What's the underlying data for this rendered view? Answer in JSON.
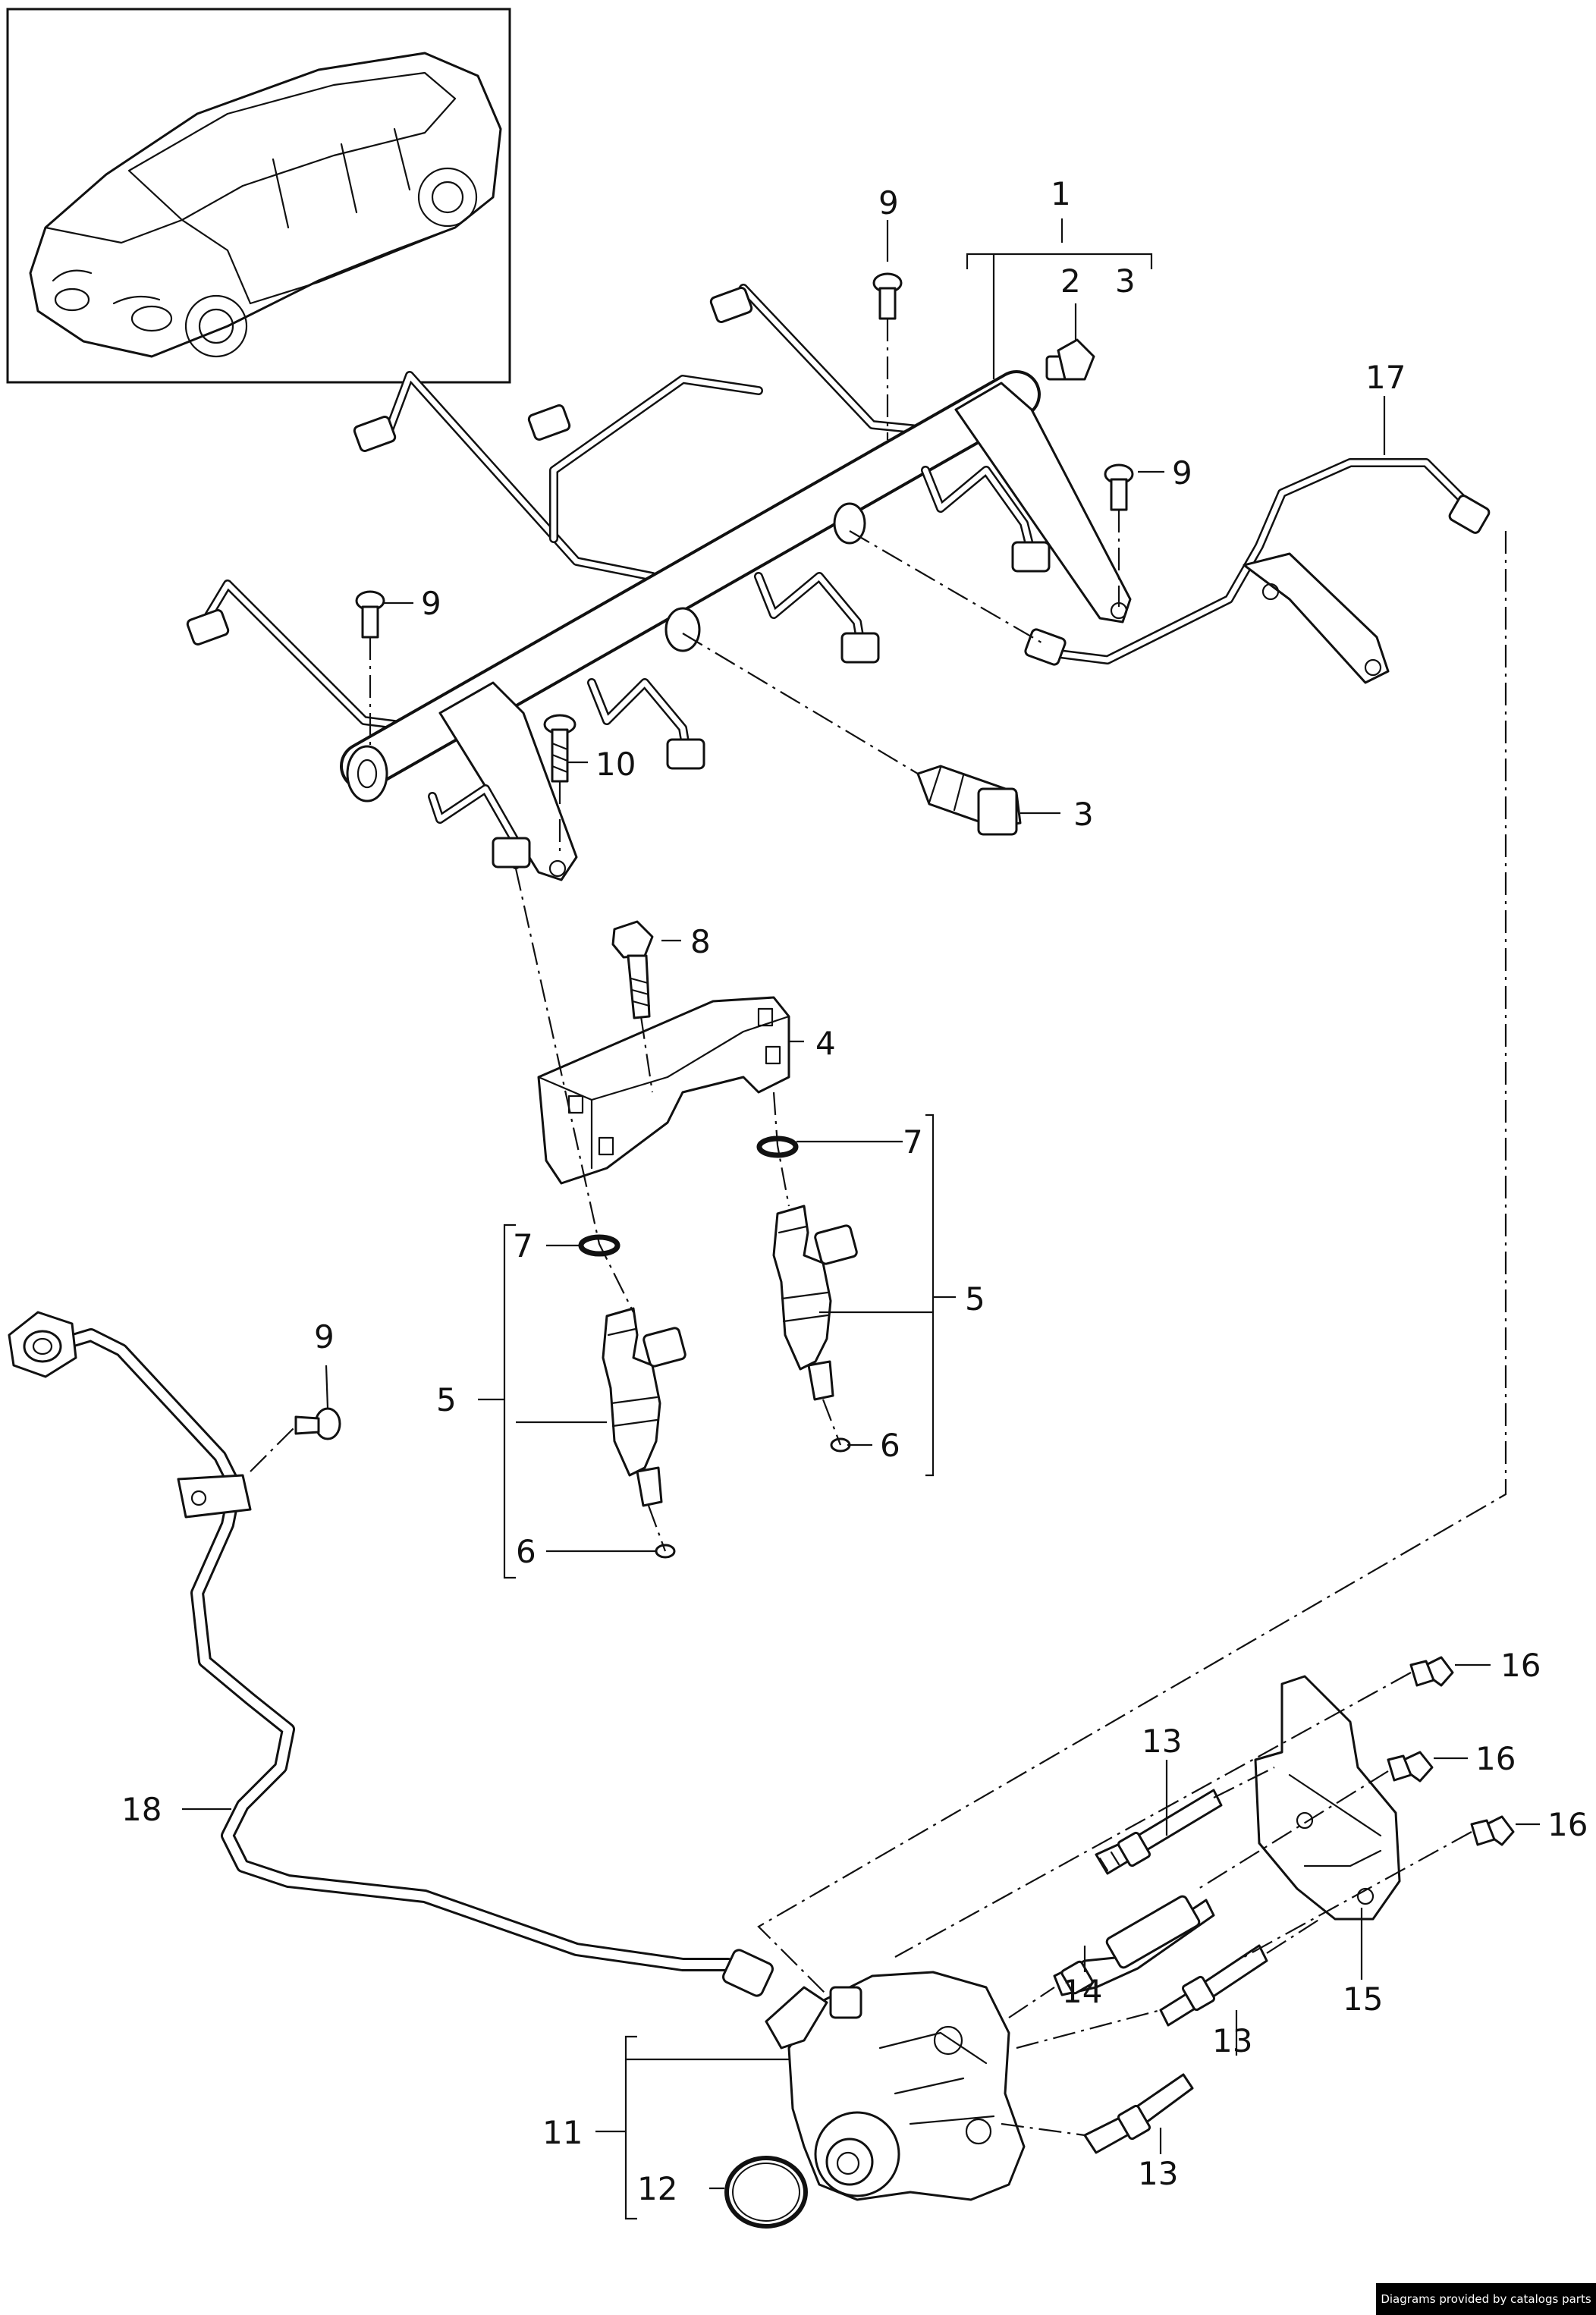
{
  "callouts": [
    {
      "id": "c1",
      "text": "1"
    },
    {
      "id": "c2",
      "text": "2"
    },
    {
      "id": "c3a",
      "text": "3"
    },
    {
      "id": "c3b",
      "text": "3"
    },
    {
      "id": "c4",
      "text": "4"
    },
    {
      "id": "c5a",
      "text": "5"
    },
    {
      "id": "c5b",
      "text": "5"
    },
    {
      "id": "c6a",
      "text": "6"
    },
    {
      "id": "c6b",
      "text": "6"
    },
    {
      "id": "c7a",
      "text": "7"
    },
    {
      "id": "c7b",
      "text": "7"
    },
    {
      "id": "c8",
      "text": "8"
    },
    {
      "id": "c9a",
      "text": "9"
    },
    {
      "id": "c9b",
      "text": "9"
    },
    {
      "id": "c9c",
      "text": "9"
    },
    {
      "id": "c9d",
      "text": "9"
    },
    {
      "id": "c10",
      "text": "10"
    },
    {
      "id": "c11",
      "text": "11"
    },
    {
      "id": "c12",
      "text": "12"
    },
    {
      "id": "c13a",
      "text": "13"
    },
    {
      "id": "c13b",
      "text": "13"
    },
    {
      "id": "c13c",
      "text": "13"
    },
    {
      "id": "c14",
      "text": "14"
    },
    {
      "id": "c15",
      "text": "15"
    },
    {
      "id": "c16a",
      "text": "16"
    },
    {
      "id": "c16b",
      "text": "16"
    },
    {
      "id": "c16c",
      "text": "16"
    },
    {
      "id": "c17",
      "text": "17"
    },
    {
      "id": "c18",
      "text": "18"
    }
  ],
  "credit": "Diagrams provided by catalogs parts"
}
